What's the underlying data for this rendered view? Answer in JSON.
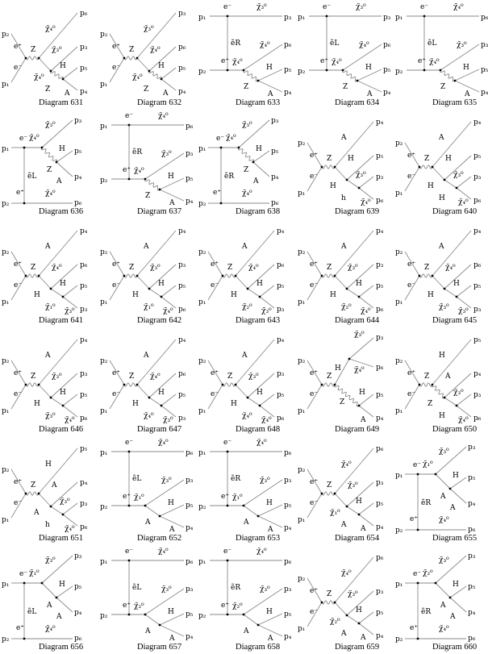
{
  "common": {
    "p1": "p₁",
    "p2": "p₂",
    "ep": "e⁺",
    "em": "e⁻",
    "z": "Z"
  },
  "diagrams": [
    {
      "caption": "Diagram 631",
      "topology": "s",
      "labels": {
        "a": "χ̃₄⁰",
        "pa": "p₆",
        "b": "χ̃₄⁰",
        "c": "χ̃₃⁰",
        "pc": "p₃",
        "d": "Z",
        "e": "H",
        "pe": "p₅",
        "f": "A",
        "pf": "p₄"
      }
    },
    {
      "caption": "Diagram 632",
      "topology": "s",
      "labels": {
        "a": "χ̃₃⁰",
        "pa": "p₃",
        "b": "χ̃₄⁰",
        "c": "χ̃₄⁰",
        "pc": "p₆",
        "d": "Z",
        "e": "H",
        "pe": "p₅",
        "f": "A",
        "pf": "p₄"
      }
    },
    {
      "caption": "Diagram 633",
      "topology": "t1",
      "labels": {
        "top": "χ̃₃⁰",
        "ptop": "p₃",
        "sel": "ẽR",
        "b": "χ̃₄⁰",
        "c": "χ̃₄⁰",
        "pc": "p₆",
        "d": "Z",
        "e": "H",
        "pe": "p₅",
        "f": "A",
        "pf": "p₄"
      }
    },
    {
      "caption": "Diagram 634",
      "topology": "t1",
      "labels": {
        "top": "χ̃₃⁰",
        "ptop": "p₃",
        "sel": "ẽL",
        "b": "χ̃₄⁰",
        "c": "χ̃₄⁰",
        "pc": "p₆",
        "d": "Z",
        "e": "H",
        "pe": "p₅",
        "f": "A",
        "pf": "p₄"
      }
    },
    {
      "caption": "Diagram 635",
      "topology": "t1",
      "labels": {
        "top": "χ̃₄⁰",
        "ptop": "p₆",
        "sel": "ẽL",
        "b": "χ̃₄⁰",
        "c": "χ̃₃⁰",
        "pc": "p₃",
        "d": "Z",
        "e": "H",
        "pe": "p₅",
        "f": "A",
        "pf": "p₄"
      }
    },
    {
      "caption": "Diagram 636",
      "topology": "t2",
      "labels": {
        "b": "χ̃₄⁰",
        "c": "χ̃₃⁰",
        "pc": "p₃",
        "d": "Z",
        "e": "H",
        "pe": "p₅",
        "f": "A",
        "pf": "p₄",
        "sel": "ẽL",
        "bot": "χ̃₄⁰",
        "pbot": "p₆"
      }
    },
    {
      "caption": "Diagram 637",
      "topology": "t1",
      "labels": {
        "top": "χ̃₄⁰",
        "ptop": "p₆",
        "sel": "ẽR",
        "b": "χ̃₄⁰",
        "c": "χ̃₃⁰",
        "pc": "p₃",
        "d": "Z",
        "e": "H",
        "pe": "p₅",
        "f": "A",
        "pf": "p₄"
      }
    },
    {
      "caption": "Diagram 638",
      "topology": "t2",
      "labels": {
        "b": "χ̃₄⁰",
        "c": "χ̃₃⁰",
        "pc": "p₃",
        "d": "Z",
        "e": "H",
        "pe": "p₅",
        "f": "A",
        "pf": "p₄",
        "sel": "ẽR",
        "bot": "χ̃₄⁰",
        "pbot": "p₆"
      }
    },
    {
      "caption": "Diagram 639",
      "topology": "s",
      "labels": {
        "a": "A",
        "pa": "p₄",
        "b": "H",
        "c": "H",
        "pc": "p₅",
        "d": "h",
        "e": "χ̃₃⁰",
        "pe": "p₃",
        "f": "χ̃₄⁰",
        "pf": "p₆"
      }
    },
    {
      "caption": "Diagram 640",
      "topology": "s",
      "labels": {
        "a": "A",
        "pa": "p₄",
        "b": "H",
        "c": "H",
        "pc": "p₅",
        "d": "H",
        "e": "χ̃₃⁰",
        "pe": "p₃",
        "f": "χ̃₄⁰",
        "pf": "p₆"
      }
    },
    {
      "caption": "Diagram 641",
      "topology": "s",
      "labels": {
        "a": "A",
        "pa": "p₄",
        "b": "H",
        "c": "χ̃₄⁰",
        "pc": "p₆",
        "d": "χ̃₁⁰",
        "e": "H",
        "pe": "p₅",
        "f": "χ̃₃⁰",
        "pf": "p₃"
      }
    },
    {
      "caption": "Diagram 642",
      "topology": "s",
      "labels": {
        "a": "A",
        "pa": "p₄",
        "b": "H",
        "c": "χ̃₃⁰",
        "pc": "p₃",
        "d": "χ̃₁⁰",
        "e": "H",
        "pe": "p₅",
        "f": "χ̃₄⁰",
        "pf": "p₆"
      }
    },
    {
      "caption": "Diagram 643",
      "topology": "s",
      "labels": {
        "a": "A",
        "pa": "p₄",
        "b": "H",
        "c": "χ̃₄⁰",
        "pc": "p₆",
        "d": "χ̃₂⁰",
        "e": "H",
        "pe": "p₅",
        "f": "χ̃₃⁰",
        "pf": "p₃"
      }
    },
    {
      "caption": "Diagram 644",
      "topology": "s",
      "labels": {
        "a": "A",
        "pa": "p₄",
        "b": "H",
        "c": "χ̃₃⁰",
        "pc": "p₃",
        "d": "χ̃₂⁰",
        "e": "H",
        "pe": "p₅",
        "f": "χ̃₄⁰",
        "pf": "p₆"
      }
    },
    {
      "caption": "Diagram 645",
      "topology": "s",
      "labels": {
        "a": "A",
        "pa": "p₄",
        "b": "H",
        "c": "χ̃₄⁰",
        "pc": "p₆",
        "d": "χ̃₃⁰",
        "e": "H",
        "pe": "p₅",
        "f": "χ̃₃⁰",
        "pf": "p₃"
      }
    },
    {
      "caption": "Diagram 646",
      "topology": "s",
      "labels": {
        "a": "A",
        "pa": "p₄",
        "b": "H",
        "c": "χ̃₃⁰",
        "pc": "p₃",
        "d": "χ̃₃⁰",
        "e": "H",
        "pe": "p₅",
        "f": "χ̃₄⁰",
        "pf": "p₆"
      }
    },
    {
      "caption": "Diagram 647",
      "topology": "s",
      "labels": {
        "a": "A",
        "pa": "p₄",
        "b": "H",
        "c": "χ̃₄⁰",
        "pc": "p₆",
        "d": "χ̃₄⁰",
        "e": "H",
        "pe": "p₅",
        "f": "χ̃₃⁰",
        "pf": "p₃"
      }
    },
    {
      "caption": "Diagram 648",
      "topology": "s",
      "labels": {
        "a": "A",
        "pa": "p₄",
        "b": "H",
        "c": "χ̃₃⁰",
        "pc": "p₃",
        "d": "χ̃₄⁰",
        "e": "H",
        "pe": "p₅",
        "f": "χ̃₄⁰",
        "pf": "p₆"
      }
    },
    {
      "caption": "Diagram 649",
      "topology": "s2",
      "labels": {
        "b": "H",
        "a": "χ̃₃⁰",
        "pa": "p₃",
        "c": "χ̃₄⁰",
        "pc": "p₆",
        "d": "Z",
        "e": "H",
        "pe": "p₅",
        "f": "A",
        "pf": "p₄"
      }
    },
    {
      "caption": "Diagram 650",
      "topology": "s",
      "labels": {
        "a": "H",
        "pa": "p₅",
        "b": "Z",
        "c": "A",
        "pc": "p₄",
        "d": "H",
        "e": "χ̃₃⁰",
        "pe": "p₃",
        "f": "χ̃₄⁰",
        "pf": "p₆"
      }
    },
    {
      "caption": "Diagram 651",
      "topology": "s",
      "labels": {
        "a": "H",
        "pa": "p₅",
        "b": "A",
        "c": "A",
        "pc": "p₄",
        "d": "h",
        "e": "χ̃₃⁰",
        "pe": "p₃",
        "f": "χ̃₄⁰",
        "pf": "p₆"
      }
    },
    {
      "caption": "Diagram 652",
      "topology": "t1",
      "labels": {
        "top": "χ̃₄⁰",
        "ptop": "p₆",
        "sel": "ẽL",
        "b": "χ̃₁⁰",
        "c": "χ̃₃⁰",
        "pc": "p₃",
        "d": "A",
        "e": "H",
        "pe": "p₅",
        "f": "A",
        "pf": "p₄"
      }
    },
    {
      "caption": "Diagram 653",
      "topology": "t1",
      "labels": {
        "top": "χ̃₄⁰",
        "ptop": "p₆",
        "sel": "ẽR",
        "b": "χ̃₁⁰",
        "c": "χ̃₃⁰",
        "pc": "p₃",
        "d": "A",
        "e": "H",
        "pe": "p₅",
        "f": "A",
        "pf": "p₄"
      }
    },
    {
      "caption": "Diagram 654",
      "topology": "s",
      "labels": {
        "a": "χ̃₄⁰",
        "pa": "p₆",
        "b": "χ̃₁⁰",
        "c": "χ̃₃⁰",
        "pc": "p₃",
        "d": "A",
        "e": "H",
        "pe": "p₅",
        "f": "A",
        "pf": "p₄"
      }
    },
    {
      "caption": "Diagram 655",
      "topology": "t2",
      "labels": {
        "b": "χ̃₁⁰",
        "c": "χ̃₃⁰",
        "pc": "p₃",
        "d": "A",
        "e": "H",
        "pe": "p₅",
        "f": "A",
        "pf": "p₄",
        "sel": "ẽR",
        "bot": "χ̃₄⁰",
        "pbot": "p₆"
      }
    },
    {
      "caption": "Diagram 656",
      "topology": "t2",
      "labels": {
        "b": "χ̃₁⁰",
        "c": "χ̃₃⁰",
        "pc": "p₃",
        "d": "A",
        "e": "H",
        "pe": "p₅",
        "f": "A",
        "pf": "p₄",
        "sel": "ẽL",
        "bot": "χ̃₄⁰",
        "pbot": "p₆"
      }
    },
    {
      "caption": "Diagram 657",
      "topology": "t1",
      "labels": {
        "top": "χ̃₄⁰",
        "ptop": "p₆",
        "sel": "ẽL",
        "b": "χ̃₂⁰",
        "c": "χ̃₃⁰",
        "pc": "p₃",
        "d": "A",
        "e": "H",
        "pe": "p₅",
        "f": "A",
        "pf": "p₄"
      }
    },
    {
      "caption": "Diagram 658",
      "topology": "t1",
      "labels": {
        "top": "χ̃₄⁰",
        "ptop": "p₆",
        "sel": "ẽR",
        "b": "χ̃₂⁰",
        "c": "χ̃₃⁰",
        "pc": "p₃",
        "d": "A",
        "e": "H",
        "pe": "p₅",
        "f": "A",
        "pf": "p₄"
      }
    },
    {
      "caption": "Diagram 659",
      "topology": "s",
      "labels": {
        "a": "χ̃₄⁰",
        "pa": "p₆",
        "b": "χ̃₂⁰",
        "c": "χ̃₃⁰",
        "pc": "p₃",
        "d": "A",
        "e": "H",
        "pe": "p₅",
        "f": "A",
        "pf": "p₄"
      }
    },
    {
      "caption": "Diagram 660",
      "topology": "t2",
      "labels": {
        "b": "χ̃₂⁰",
        "c": "χ̃₃⁰",
        "pc": "p₃",
        "d": "A",
        "e": "H",
        "pe": "p₅",
        "f": "A",
        "pf": "p₄",
        "sel": "ẽR",
        "bot": "χ̃₄⁰",
        "pbot": "p₆"
      }
    }
  ]
}
